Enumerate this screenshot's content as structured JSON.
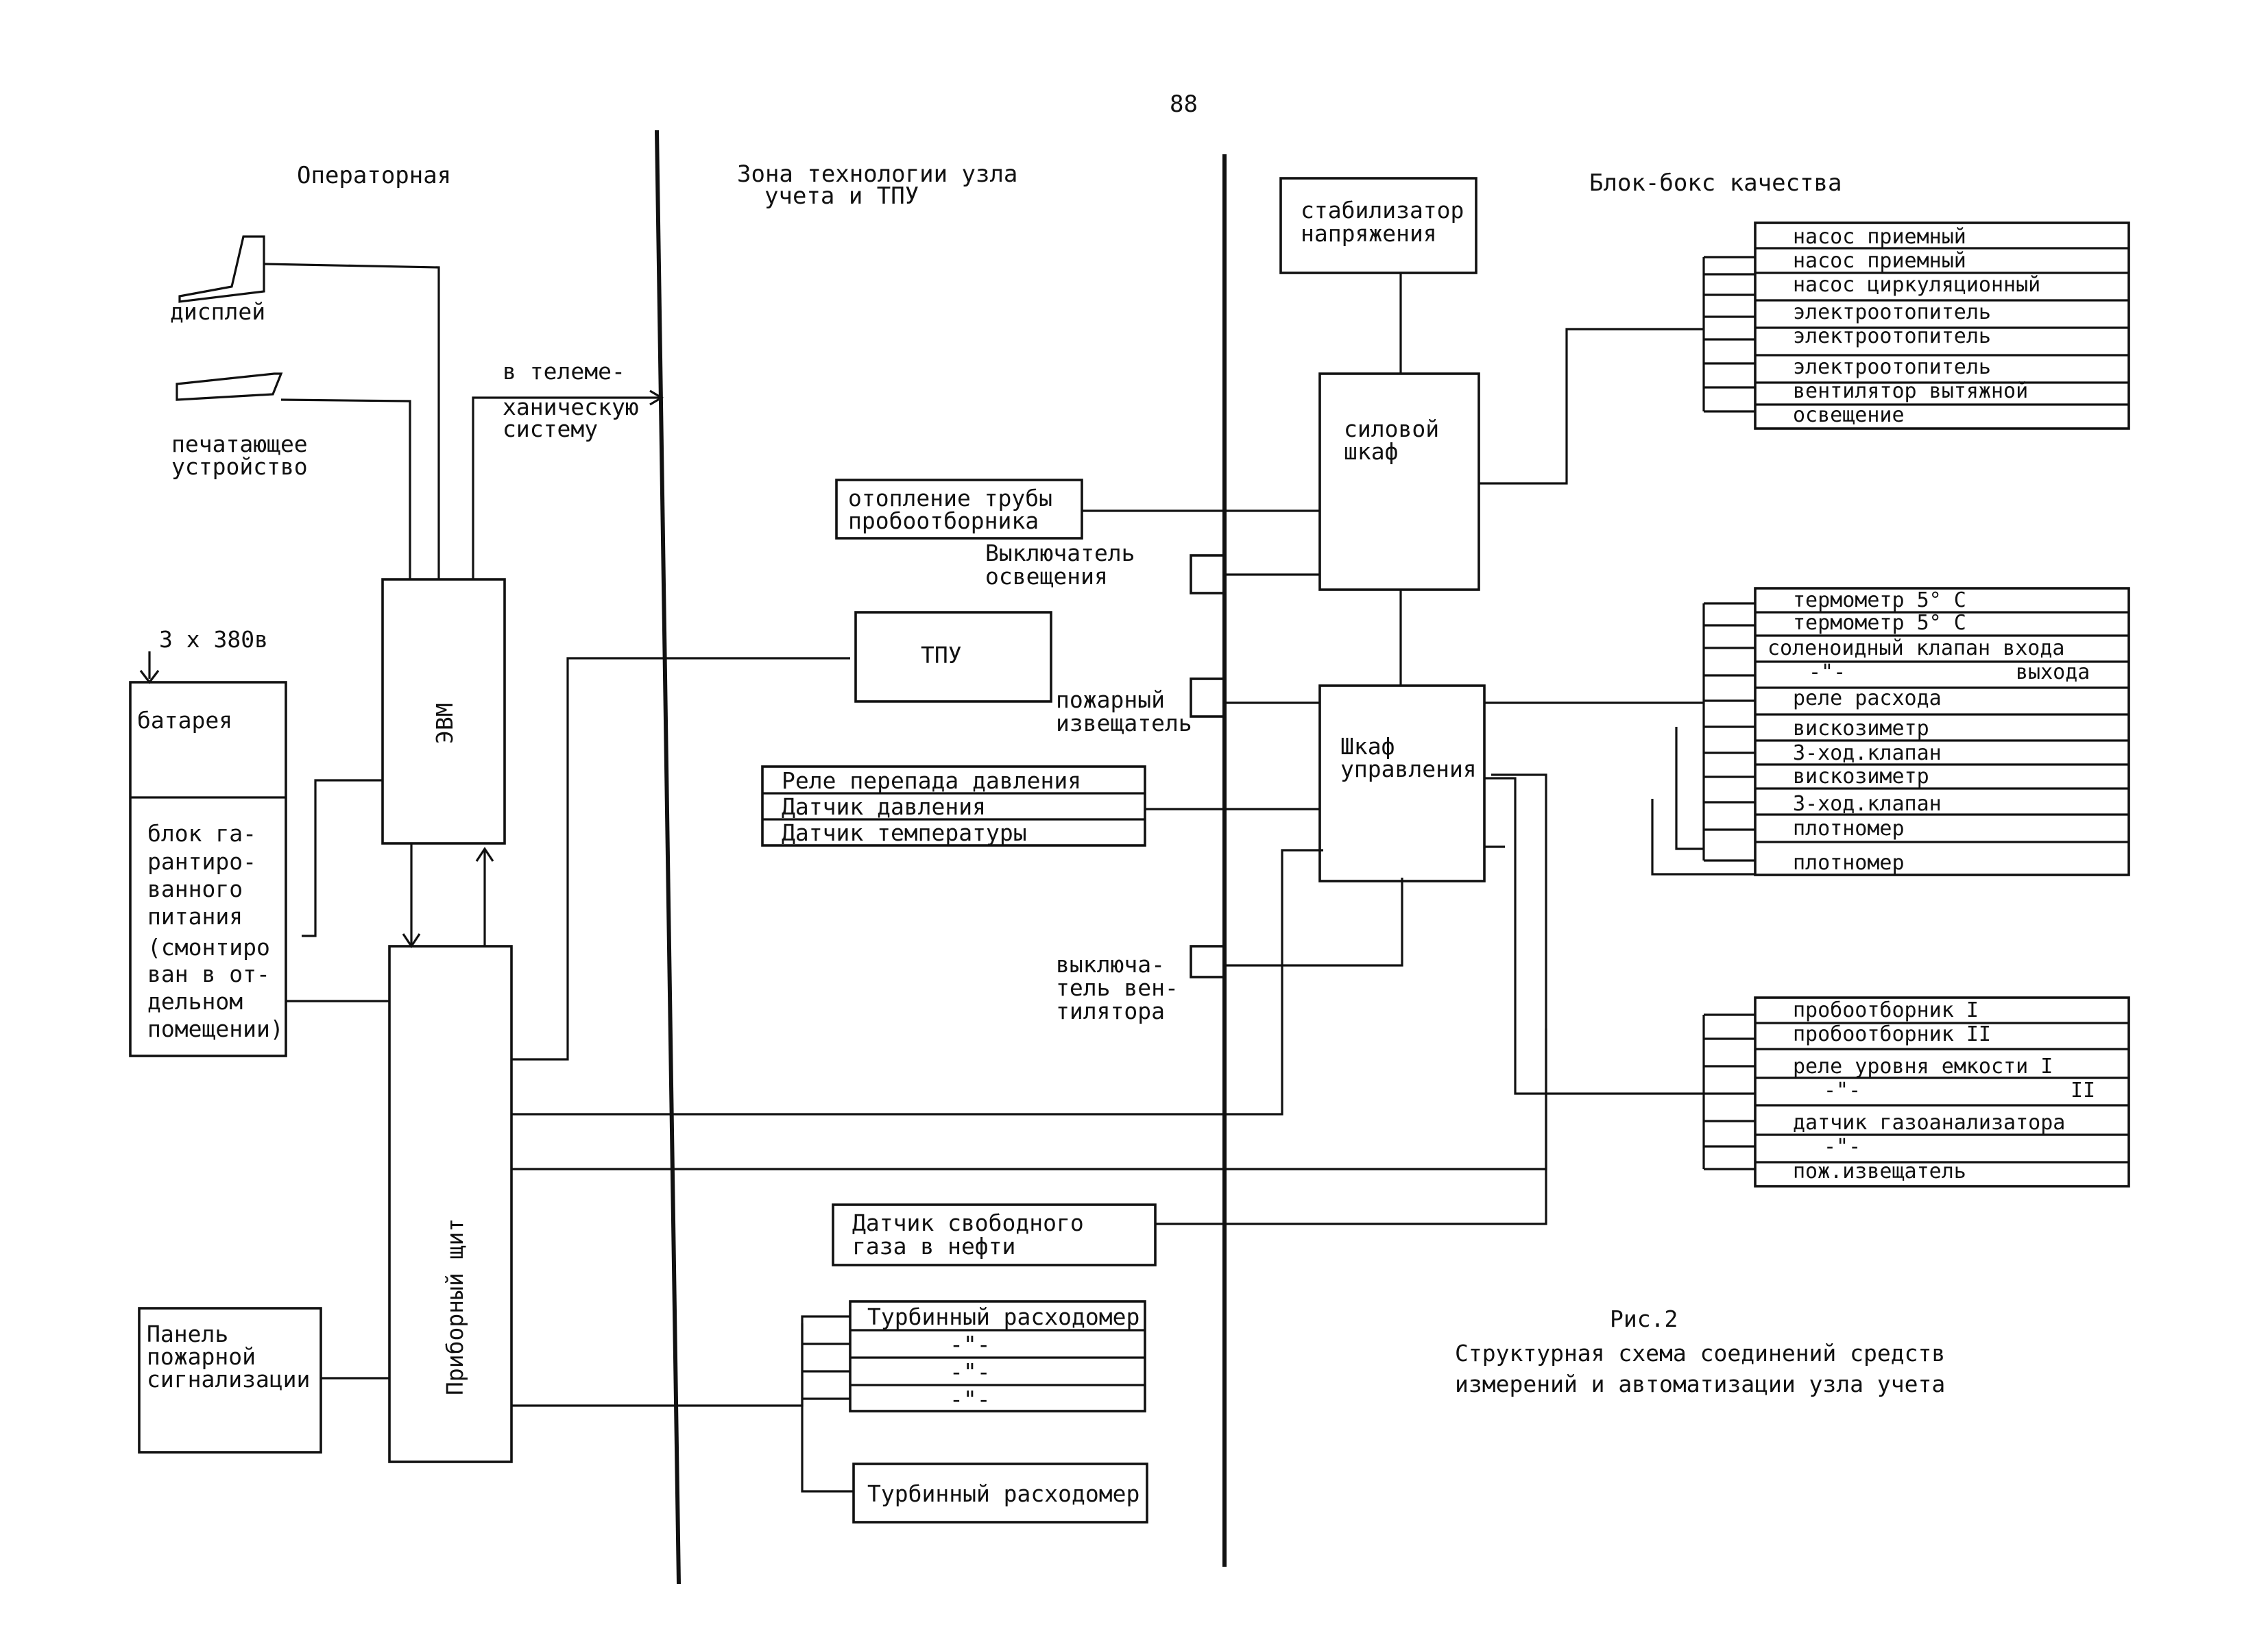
{
  "page_number": "88",
  "zones": {
    "operator": "Операторная",
    "tech_1": "Зона технологии узла",
    "tech_2": "учета и ТПУ",
    "quality": "Блок-бокс качества"
  },
  "operator": {
    "display": "дисплей",
    "printer_1": "печатающее",
    "printer_2": "устройство",
    "power_input": "3 x 380в",
    "battery": "батарея",
    "ups": [
      "блок га-",
      "рантиро-",
      "ванного",
      "питания",
      "(смонтиро",
      "ван в от-",
      "дельном",
      "помещении)"
    ],
    "computer": "ЭВМ",
    "telemech": [
      "в телеме-",
      "ханическую",
      "систему"
    ],
    "panel": "Приборный щит",
    "fire_panel": [
      "Панель",
      "пожарной",
      "сигнализации"
    ]
  },
  "tech": {
    "heating": [
      "отопление трубы",
      "пробоотборника"
    ],
    "light_switch": [
      "Выключатель",
      "освещения"
    ],
    "tpu": "ТПУ",
    "fire_detector": [
      "пожарный",
      "извещатель"
    ],
    "sensors": [
      "Реле перепада давления",
      "Датчик давления",
      "Датчик температуры"
    ],
    "fan_switch": [
      "выключа-",
      "тель вен-",
      "тилятора"
    ],
    "free_gas": [
      "Датчик свободного",
      "газа в нефти"
    ],
    "turbine_group": [
      "Турбинный расходомер",
      "-\"-",
      "-\"-",
      "-\"-"
    ],
    "turbine_single": "Турбинный расходомер"
  },
  "quality": {
    "stabilizer": [
      "стабилизатор",
      "напряжения"
    ],
    "power_cabinet": [
      "силовой",
      "шкаф"
    ],
    "control_cabinet": [
      "Шкаф",
      "управления"
    ],
    "group1": [
      "насос приемный",
      "насос приемный",
      "насос циркуляционный",
      "электроотопитель",
      "электроотопитель",
      "электроотопитель",
      "вентилятор вытяжной",
      "освещение"
    ],
    "group2": [
      "термометр 5° С",
      "термометр 5° С",
      "соленоидный клапан входа",
      "-\"-",
      "выхода",
      "реле расхода",
      "вискозиметр",
      "3-ход.клапан",
      "вискозиметр",
      "3-ход.клапан",
      "плотномер",
      "плотномер"
    ],
    "group3": [
      "пробоотборник I",
      "пробоотборник II",
      "реле уровня емкости I",
      "-\"-",
      "II",
      "датчик газоанализатора",
      "-\"-",
      "пож.извещатель"
    ]
  },
  "caption": {
    "fig": "Рис.2",
    "line1": "Структурная схема соединений средств",
    "line2": "измерений и автоматизации узла учета"
  }
}
